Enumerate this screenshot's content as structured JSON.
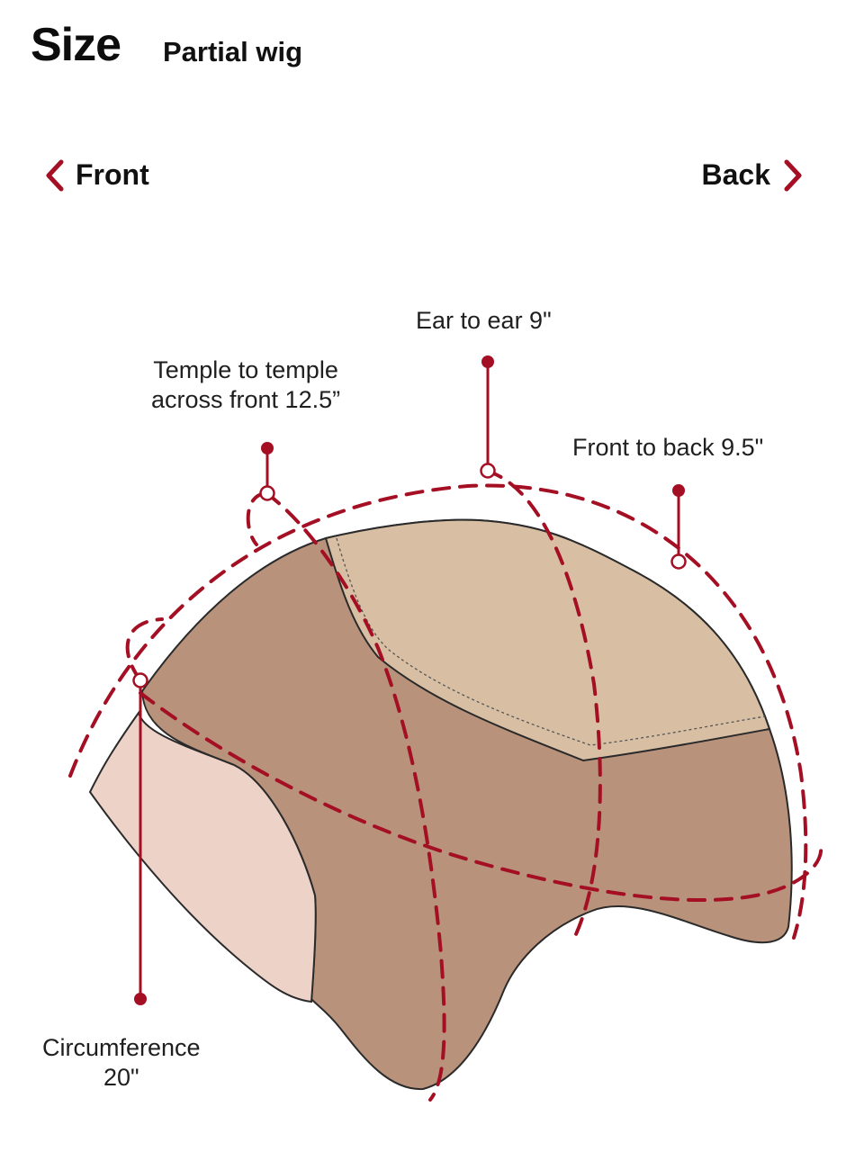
{
  "header": {
    "title": "Size",
    "subtitle": "Partial wig"
  },
  "nav": {
    "front_label": "Front",
    "back_label": "Back",
    "prev_icon": "chevron-left-icon",
    "next_icon": "chevron-right-icon"
  },
  "measurements": {
    "ear_to_ear": "Ear to ear 9\"",
    "temple_line1": "Temple to temple",
    "temple_line2": "across front 12.5”",
    "front_to_back": "Front to back 9.5\"",
    "circumference_line1": "Circumference",
    "circumference_line2": "20\""
  },
  "colors": {
    "accent": "#a40f24",
    "cap_base": "#b8927b",
    "top_panel": "#d8bfa4",
    "ear_tab": "#edd2c8",
    "outline": "#2a2a2a"
  }
}
